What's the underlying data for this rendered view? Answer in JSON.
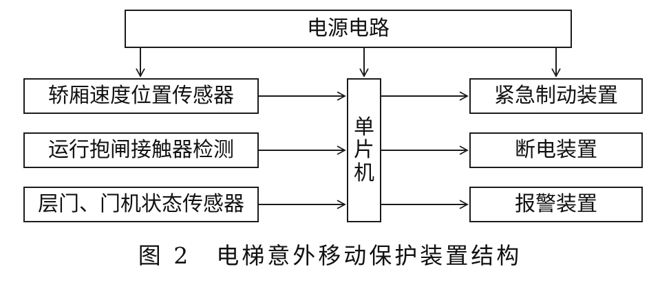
{
  "diagram": {
    "power_supply": "电源电路",
    "inputs": [
      "轿厢速度位置传感器",
      "运行抱闸接触器检测",
      "层门、门机状态传感器"
    ],
    "controller": [
      "单",
      "片",
      "机"
    ],
    "outputs": [
      "紧急制动装置",
      "断电装置",
      "报警装置"
    ],
    "caption": "图 2　电梯意外移动保护装置结构"
  },
  "colors": {
    "line": "#1a1a1a",
    "background": "#ffffff"
  }
}
